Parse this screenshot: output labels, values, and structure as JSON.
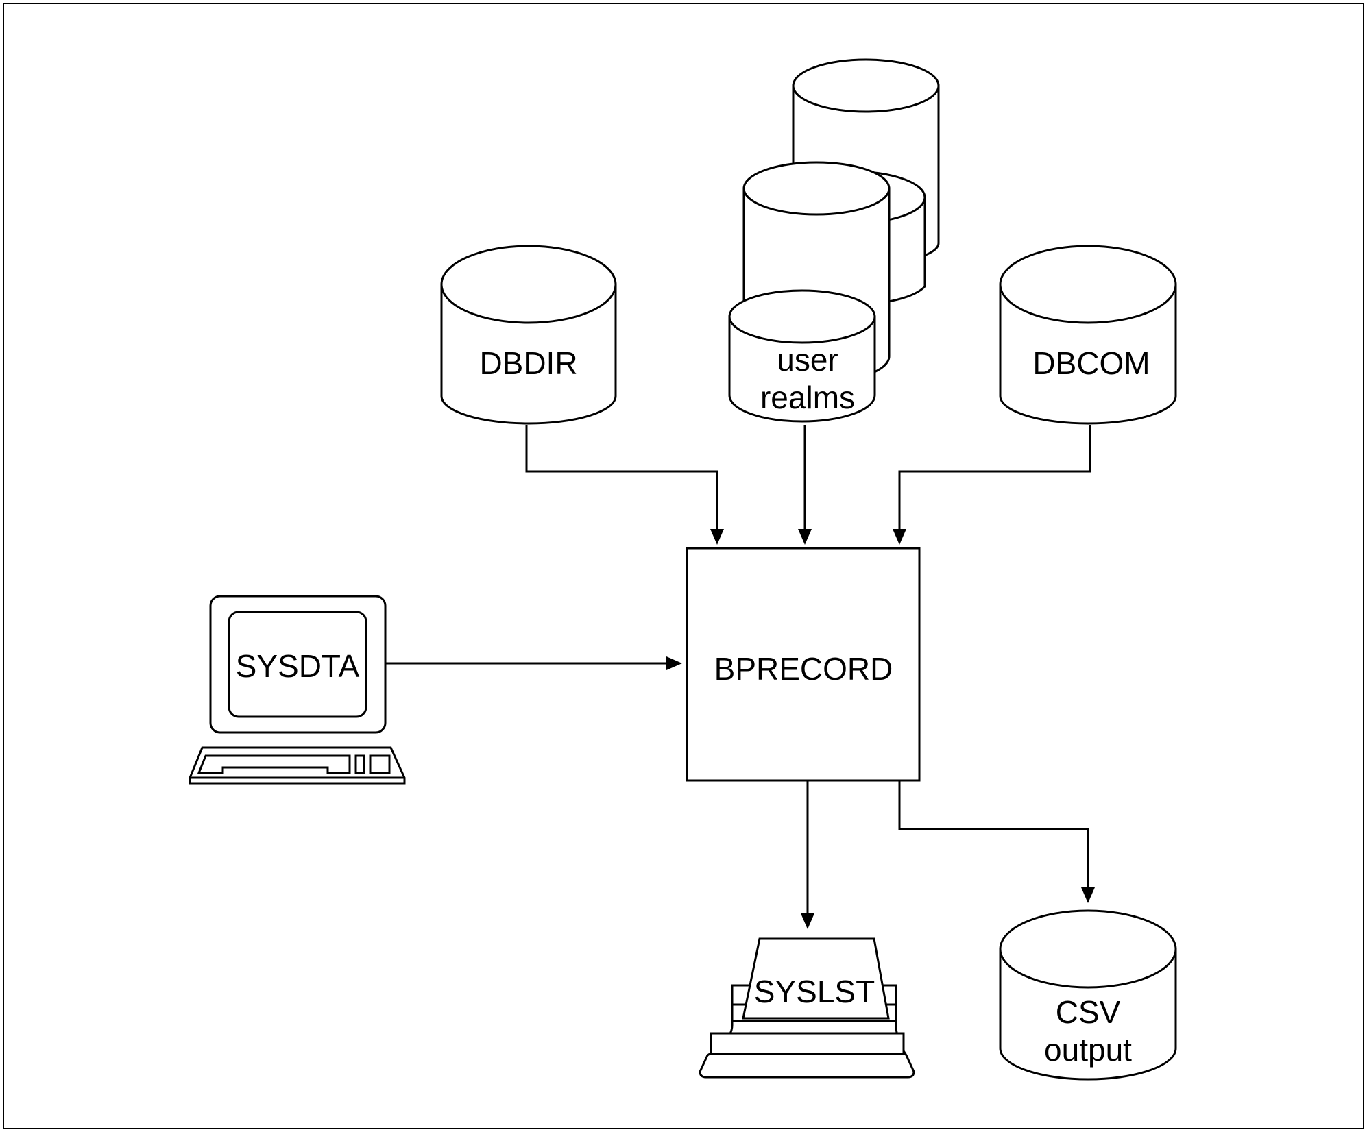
{
  "nodes": {
    "dbdir": {
      "label": "DBDIR"
    },
    "user_realms": {
      "line1": "user",
      "line2": "realms"
    },
    "dbcom": {
      "label": "DBCOM"
    },
    "bprecord": {
      "label": "BPRECORD"
    },
    "sysdta": {
      "label": "SYSDTA"
    },
    "syslst": {
      "label": "SYSLST"
    },
    "csv_output": {
      "line1": "CSV",
      "line2": "output"
    }
  },
  "edges": [
    {
      "from": "DBDIR",
      "to": "BPRECORD"
    },
    {
      "from": "user realms",
      "to": "BPRECORD"
    },
    {
      "from": "DBCOM",
      "to": "BPRECORD"
    },
    {
      "from": "SYSDTA",
      "to": "BPRECORD"
    },
    {
      "from": "BPRECORD",
      "to": "SYSLST"
    },
    {
      "from": "BPRECORD",
      "to": "CSV output"
    }
  ],
  "colors": {
    "stroke": "#000000",
    "background": "#ffffff"
  }
}
